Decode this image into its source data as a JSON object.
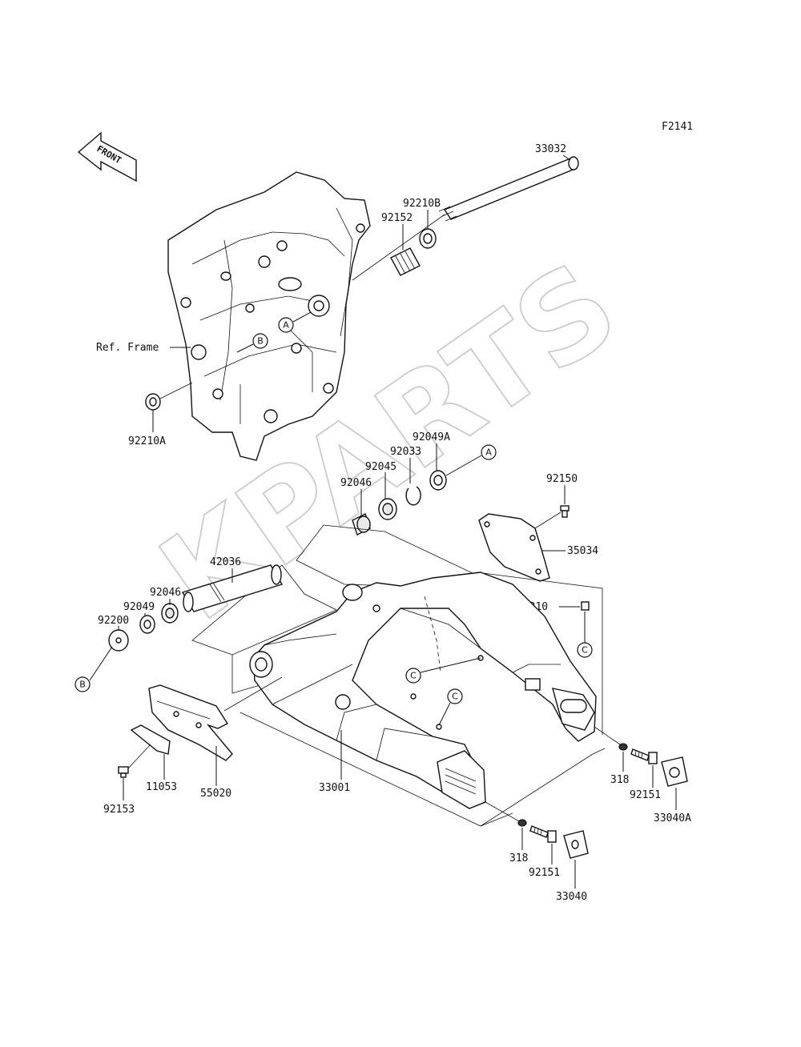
{
  "figure_code": "F2141",
  "front_label": "FRONT",
  "frame_label": "Ref. Frame",
  "watermark": "KPARTS",
  "ref_markers": [
    "A",
    "B",
    "C"
  ],
  "parts": [
    "33032",
    "92210B",
    "92152",
    "92210A",
    "92049A",
    "92033",
    "92045",
    "92046",
    "92150",
    "35034",
    "42036",
    "92046",
    "92049",
    "92200",
    "92210",
    "11053",
    "55020",
    "92153",
    "33001",
    "318",
    "92151",
    "33040A",
    "318",
    "92151",
    "33040"
  ]
}
